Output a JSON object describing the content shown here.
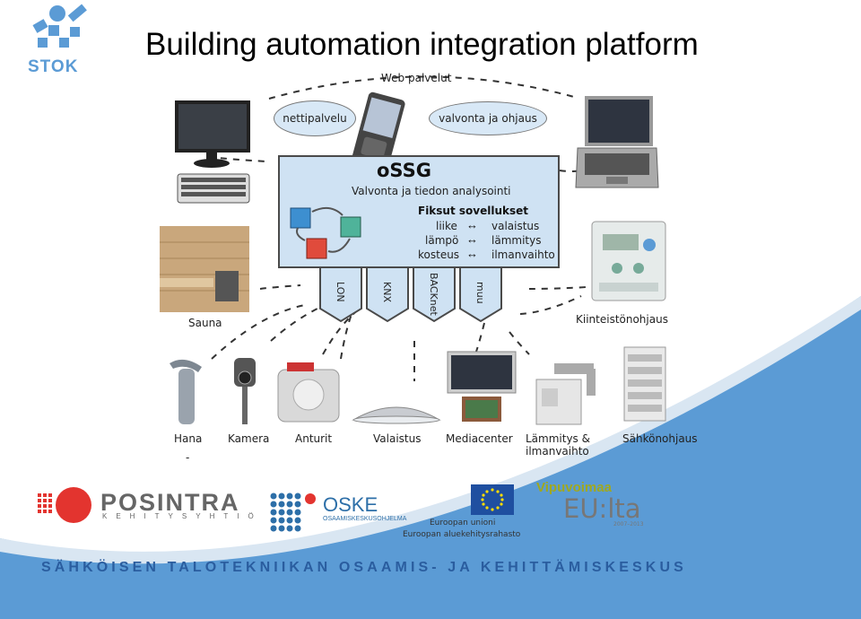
{
  "title": "Building automation integration platform",
  "logo": {
    "text": "STOK",
    "color": "#5b9bd5"
  },
  "diagram": {
    "web_label": "Web palvelut",
    "ellipses": [
      "nettipalvelu",
      "valvonta ja ohjaus"
    ],
    "ossg": {
      "title": "oSSG",
      "subtitle": "Valvonta ja tiedon analysointi",
      "apps_title": "Fiksut sovellukset",
      "rows": [
        {
          "left": "liike",
          "right": "valaistus"
        },
        {
          "left": "lämpö",
          "right": "lämmitys"
        },
        {
          "left": "kosteus",
          "right": "ilmanvaihto"
        }
      ],
      "arrow_glyph": "↔",
      "protocols": [
        "LON",
        "KNX",
        "BACKnet",
        "muu"
      ]
    },
    "devices": {
      "sauna": "Sauna",
      "kiinteisto": "Kiinteistönohjaus",
      "hana": "Hana",
      "kamera": "Kamera",
      "anturit": "Anturit",
      "valaistus": "Valaistus",
      "mediacenter": "Mediacenter",
      "lammitys_line1": "Lämmitys &",
      "lammitys_line2": "ilmanvaihto",
      "sahkonohjaus": "Sähkönohjaus"
    },
    "dash_mark": "-"
  },
  "sponsors": {
    "posintra_name": "POSINTRA",
    "posintra_sub": "KEHITYSYHTIÖ",
    "oske_name": "OSKE",
    "oske_sub": "OSAAMISKESKUSOHJELMA",
    "eu_line1": "Euroopan unioni",
    "eu_line2": "Euroopan aluekehitysrahasto",
    "vip_title": "Vipuvoimaa",
    "vip_eu": "EU:lta",
    "vip_years": "2007–2013"
  },
  "slogan": "SÄHKÖISEN TALOTEKNIIKAN OSAAMIS- JA KEHITTÄMISKESKUS",
  "colors": {
    "accent_blue": "#2a5d9f",
    "swoosh_blue": "#5b9bd5",
    "ossg_fill": "#cfe2f3"
  }
}
